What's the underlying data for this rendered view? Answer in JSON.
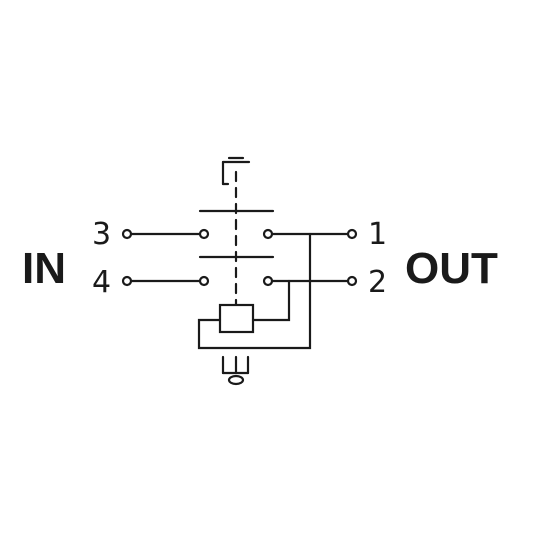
{
  "labels": {
    "in": "IN",
    "out": "OUT"
  },
  "terminals": {
    "t1": "1",
    "t2": "2",
    "t3": "3",
    "t4": "4"
  },
  "colors": {
    "line": "#1a1a1a",
    "background": "#ffffff"
  }
}
